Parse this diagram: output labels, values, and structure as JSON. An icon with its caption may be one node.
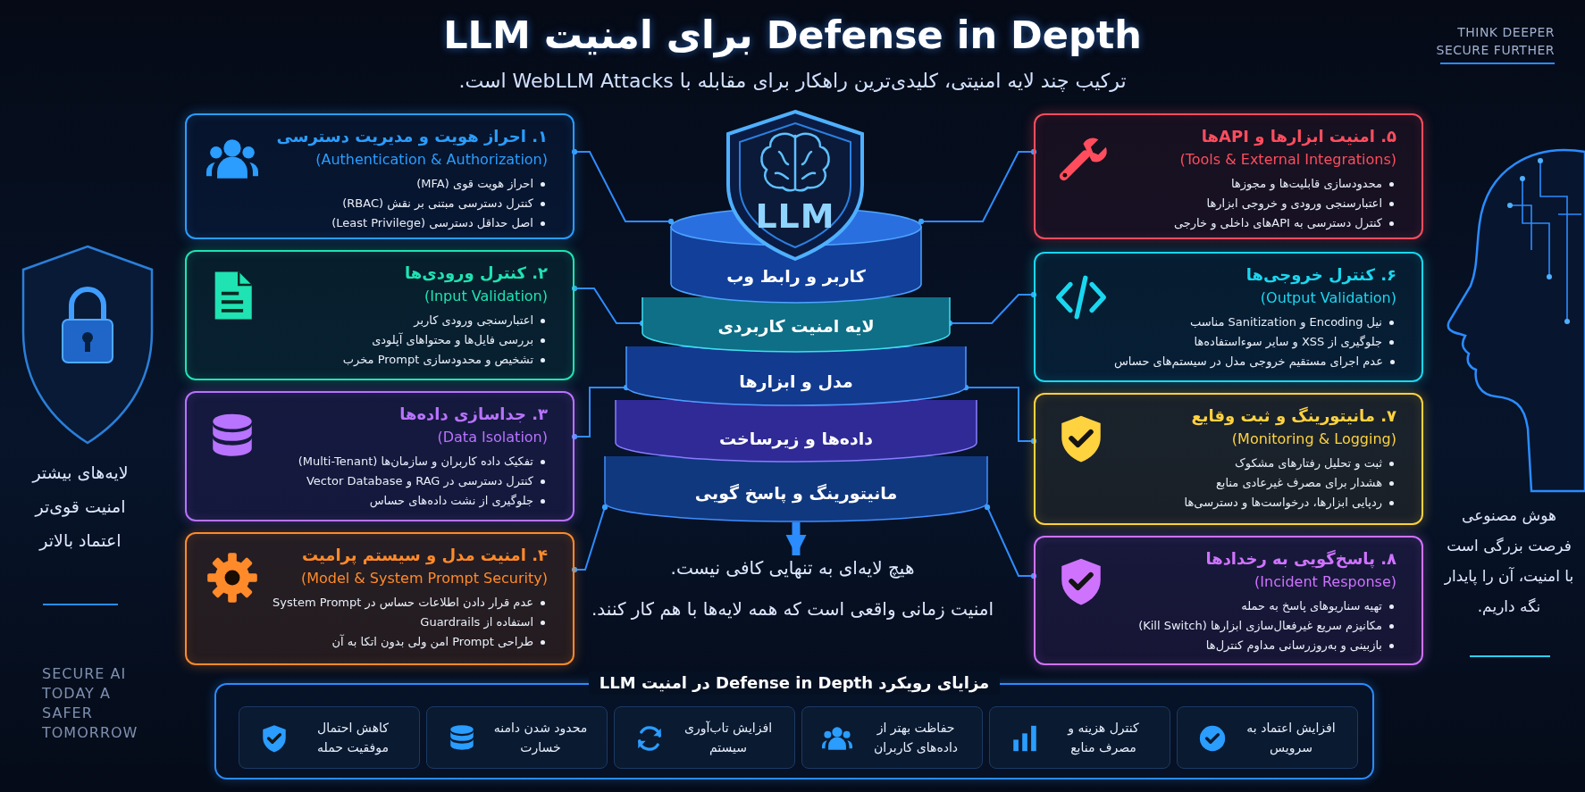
{
  "diagram": {
    "title": "Defense in Depth برای امنیت LLM",
    "nodes": [
      {
        "text": [
          "۱. احراز هویت و مدیریت دسترسی",
          "(Authentication & Authorization)",
          "احراز هویت قوی (MFA)",
          "کنترل دسترسی مبتنی بر نقش (RBAC)",
          "اصل حداقل دسترسی (Least Privilege)"
        ]
      },
      {
        "text": [
          "۲. کنترل ورودی‌ها",
          "(Input Validation)",
          "اعتبارسنجی ورودی کاربر",
          "بررسی فایل‌ها و محتواهای آپلودی",
          "تشخیص و محدودسازی Prompt مخرب"
        ]
      },
      {
        "text": [
          "۳. جداسازی داده‌ها",
          "(Data Isolation)",
          "تفکیک داده کاربران و سازمان‌ها (Multi-Tenant)",
          "کنترل دسترسی در RAG و Vector Database",
          "جلوگیری از نشت داده‌های حساس"
        ]
      },
      {
        "text": [
          "۴. امنیت مدل و سیستم پرامیت",
          "(Model & System Prompt Security)",
          "عدم قرار دادن اطلاعات حساس در System Prompt",
          "استفاده از Guardrails",
          "طراحی Prompt امن ولی بدون اتکا به آن"
        ]
      },
      {
        "text": [
          "۵. امنیت ابزارها و APIها",
          "(Tools & External Integrations)",
          "محدودسازی قابلیت‌ها و مجوزها",
          "اعتبارسنجی ورودی و خروجی ابزارها",
          "کنترل دسترسی به APIهای داخلی و خارجی"
        ]
      },
      {
        "text": [
          "۶. کنترل خروجی‌ها",
          "(Output Validation)",
          "نیل Encoding و Sanitization مناسب",
          "جلوگیری از XSS و سایر سوءاستفاده‌ها",
          "عدم اجرای مستقیم خروجی مدل در سیستم‌های حساس"
        ]
      },
      {
        "text": [
          "۷. مانیتورینگ و ثبت وقایع",
          "(Monitoring & Logging)",
          "ثبت و تحلیل رفتارهای مشکوک",
          "هشدار برای مصرف غیرعادی منابع",
          "ردپایی ابزارها، درخواست‌ها و دسترسی‌ها"
        ]
      },
      {
        "text": [
          "۸. پاسخ‌گویی به رخدادها",
          "(Incident Response)",
          "تهیه سناریوهای پاسخ به حمله",
          "مکانیزم سریع غیرفعال‌سازی ابزارها (Kill Switch)",
          "بازبینی و به‌روزرسانی مداوم کنترل‌ها"
        ]
      },
      {
        "text": [
          "LLM"
        ]
      },
      {
        "text": [
          "کاربر و رابط وب"
        ]
      },
      {
        "text": [
          "لایه امنیت کاربردی"
        ]
      },
      {
        "text": [
          "مدل و ابزارها"
        ]
      },
      {
        "text": [
          "داده‌ها و زیرساخت"
        ]
      },
      {
        "text": [
          "مانیتورینگ و پاسخ گویی"
        ]
      },
      {
        "text": [
          "مزایای رویکرد Defense in Depth در امنیت LLM"
        ]
      },
      {
        "text": [
          "افزایش اعتماد به سرویس"
        ],
        "in": 14
      },
      {
        "text": [
          "کنترل هزینه و مصرف منابع"
        ],
        "in": 14
      },
      {
        "text": [
          "حفاظت بهتر از داده‌های کاربران"
        ],
        "in": 14
      },
      {
        "text": [
          "افزایش تاب‌آوری سیستم"
        ],
        "in": 14
      },
      {
        "text": [
          "محدود شدن دامنه خسارت"
        ],
        "in": 14
      },
      {
        "text": [
          "کاهش احتمال موفقیت حمله"
        ],
        "in": 14
      },
      {
        "text": [
          "هیچ لایه‌ای به تنهایی کافی نیست.",
          "امنیت زمانی واقعی است که همه لایه‌ها با هم کار کنند."
        ]
      }
    ],
    "edges": [
      {
        "from": 0,
        "to": 9,
        "arrow": "other"
      },
      {
        "from": 1,
        "to": 10,
        "arrow": "other"
      },
      {
        "from": 2,
        "to": 11,
        "arrow": "other"
      },
      {
        "from": 3,
        "to": 13,
        "arrow": "other"
      },
      {
        "from": 4,
        "to": 9,
        "arrow": "other"
      },
      {
        "from": 5,
        "to": 10,
        "arrow": "other"
      },
      {
        "from": 6,
        "to": 11,
        "arrow": "other"
      },
      {
        "from": 7,
        "to": 13,
        "arrow": "other"
      },
      {
        "from": 13,
        "to": 21,
        "arrow": "to",
        "style": "thick"
      }
    ],
    "labels": [
      "ترکیب چند لایه امنیتی، کلیدی‌ترین راهکار برای مقابله با WebLLM Attacks است.",
      "THINK DEEPER SECURE FURTHER",
      "لایه‌های بیشتر",
      "امنیت قوی‌تر",
      "اعتماد بالاتر",
      "SECURE AI TODAY A SAFER TOMORROW",
      "هوش مصنوعی فرصت بزرگی است با امنیت، آن را پایدار نگه داریم."
    ]
  }
}
